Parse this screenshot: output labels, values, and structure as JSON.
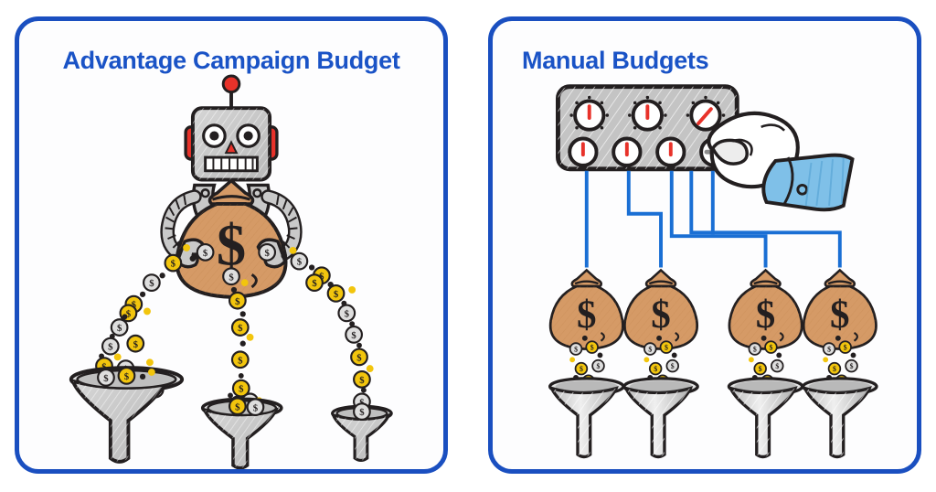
{
  "meta": {
    "image_kind": "two-panel comparison illustration",
    "background_pattern": "faint light-blue dotted cross grid",
    "brand_blue": "#1a4fc0",
    "title_blue": "#1a53c6"
  },
  "panels": [
    {
      "id": "advantage-campaign-budget",
      "title": "Advantage Campaign Budget",
      "title_align": "center",
      "scene": {
        "description": "A robot holds one large money bag; coins stream out in three arcs into three funnels of different sizes",
        "actor": {
          "name": "robot",
          "head_color": "#b5b5b5",
          "antenna_ball_color": "#e8322a",
          "ear_color": "#e8322a",
          "arm_color": "#c9c9c9"
        },
        "money_bag": {
          "label": "$",
          "fill": "#d59a66",
          "outline": "#231f20",
          "count": 1
        },
        "coins": {
          "gold": "#f2c50d",
          "silver": "#d9d9d9",
          "label": "$"
        },
        "funnels": [
          {
            "position": "left",
            "size": "large"
          },
          {
            "position": "center",
            "size": "medium"
          },
          {
            "position": "right",
            "size": "small"
          }
        ],
        "funnel_fill": "#c9c9c9",
        "streams": 3
      }
    },
    {
      "id": "manual-budgets",
      "title": "Manual Budgets",
      "title_align": "left",
      "scene": {
        "description": "A hand turns one of seven dials on a grey control panel; blue wires run from the dials to four money bags, each dripping coins into its own funnel",
        "control_panel": {
          "fill": "#c4c4c4",
          "outline": "#231f20",
          "knob_rows": [
            3,
            4
          ],
          "knob_total": 7,
          "knob_face": "#ffffff",
          "knob_indicator_color": "#e8322a",
          "knob_indicator_angles_top": [
            0,
            0,
            45
          ],
          "knob_indicator_angles_bottom": [
            0,
            0,
            0,
            0
          ]
        },
        "hand": {
          "skin": "#ffffff",
          "sleeve_color": "#7fc0e8",
          "cuff_button": true,
          "action": "turning the right-most bottom knob"
        },
        "wires": {
          "color": "#1a6fd4",
          "count": 5,
          "style": "right-angle routed"
        },
        "money_bags": {
          "count": 4,
          "label": "$",
          "fill": "#d59a66",
          "outline": "#231f20"
        },
        "funnels": {
          "count": 4,
          "fill": "#c9c9c9",
          "size": "equal"
        },
        "coins": {
          "gold": "#f2c50d",
          "silver": "#d9d9d9",
          "label": "$"
        }
      }
    }
  ]
}
